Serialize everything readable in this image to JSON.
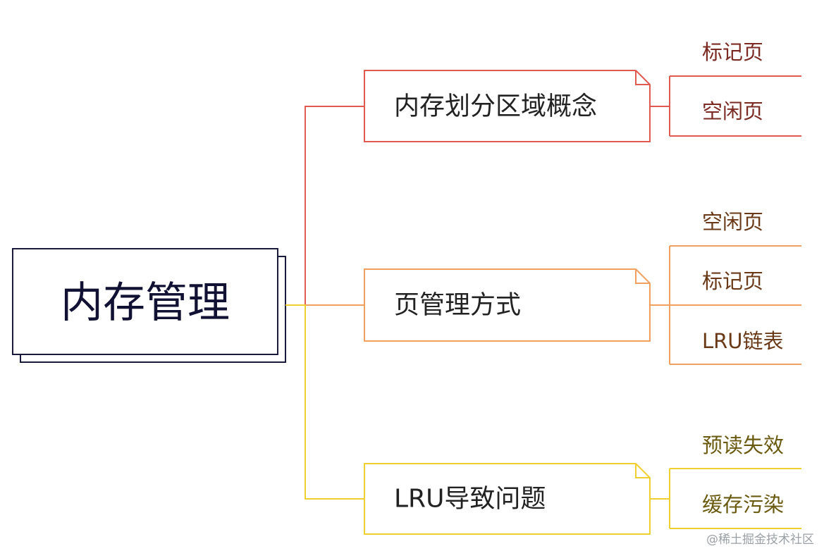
{
  "root": {
    "label": "内存管理",
    "border_color": "#1a1a3a"
  },
  "branches": [
    {
      "label": "内存划分区域概念",
      "color": "#e05a50",
      "leaf_text_color": "#7a2a22",
      "leaves": [
        {
          "label": "标记页"
        },
        {
          "label": "空闲页"
        }
      ]
    },
    {
      "label": "页管理方式",
      "color": "#f0a060",
      "leaf_text_color": "#6a3a18",
      "leaves": [
        {
          "label": "空闲页"
        },
        {
          "label": "标记页"
        },
        {
          "label": "LRU链表"
        }
      ]
    },
    {
      "label": "LRU导致问题",
      "color": "#f0d030",
      "leaf_text_color": "#6a5a10",
      "leaves": [
        {
          "label": "预读失效"
        },
        {
          "label": "缓存污染"
        }
      ]
    }
  ],
  "watermark": "@稀土掘金技术社区"
}
